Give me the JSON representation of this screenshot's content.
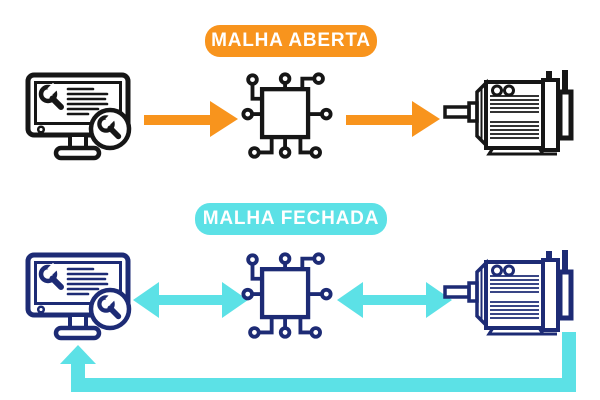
{
  "diagram": {
    "background": "#FFFFFF",
    "colors": {
      "page_bg": "#FFFFFF",
      "orange": "#F8941D",
      "cyan": "#5CE1E6",
      "navy": "#1D2B75",
      "black": "#161616",
      "label_text": "#FFFFFF"
    },
    "open_loop": {
      "label": "MALHA ABERTA",
      "badge_color": "#F8941D",
      "icon_color": "#161616",
      "arrow_color": "#F8941D",
      "flow": "one-way-left-to-right",
      "nodes": [
        {
          "icon": "computer-wrench-icon"
        },
        {
          "icon": "microchip-icon"
        },
        {
          "icon": "electric-motor-icon"
        }
      ],
      "arrows": [
        "arrow-right-icon",
        "arrow-right-icon"
      ]
    },
    "closed_loop": {
      "label": "MALHA FECHADA",
      "badge_color": "#5CE1E6",
      "icon_color": "#1D2B75",
      "arrow_color": "#5CE1E6",
      "flow": "two-way-with-feedback",
      "nodes": [
        {
          "icon": "computer-wrench-icon"
        },
        {
          "icon": "microchip-icon"
        },
        {
          "icon": "electric-motor-icon"
        }
      ],
      "arrows": [
        "arrow-double-icon",
        "arrow-double-icon",
        "feedback-loop-arrow-icon"
      ]
    }
  }
}
